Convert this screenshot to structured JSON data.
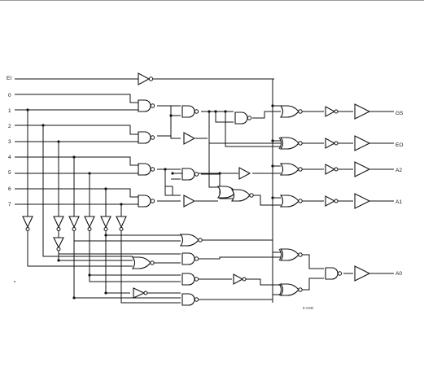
{
  "diagram": {
    "inputs": [
      {
        "id": "in-ei",
        "label": "EI"
      },
      {
        "id": "in-0",
        "label": "0"
      },
      {
        "id": "in-1",
        "label": "1"
      },
      {
        "id": "in-2",
        "label": "2"
      },
      {
        "id": "in-3",
        "label": "3"
      },
      {
        "id": "in-4",
        "label": "4"
      },
      {
        "id": "in-5",
        "label": "5"
      },
      {
        "id": "in-6",
        "label": "6"
      },
      {
        "id": "in-7",
        "label": "7"
      }
    ],
    "outputs": [
      {
        "id": "out-gs",
        "label": "GS"
      },
      {
        "id": "out-eo",
        "label": "EO"
      },
      {
        "id": "out-a2",
        "label": "A2"
      },
      {
        "id": "out-a1",
        "label": "A1"
      },
      {
        "id": "out-a0",
        "label": "A0"
      }
    ],
    "figure_code": "5-XXB"
  }
}
